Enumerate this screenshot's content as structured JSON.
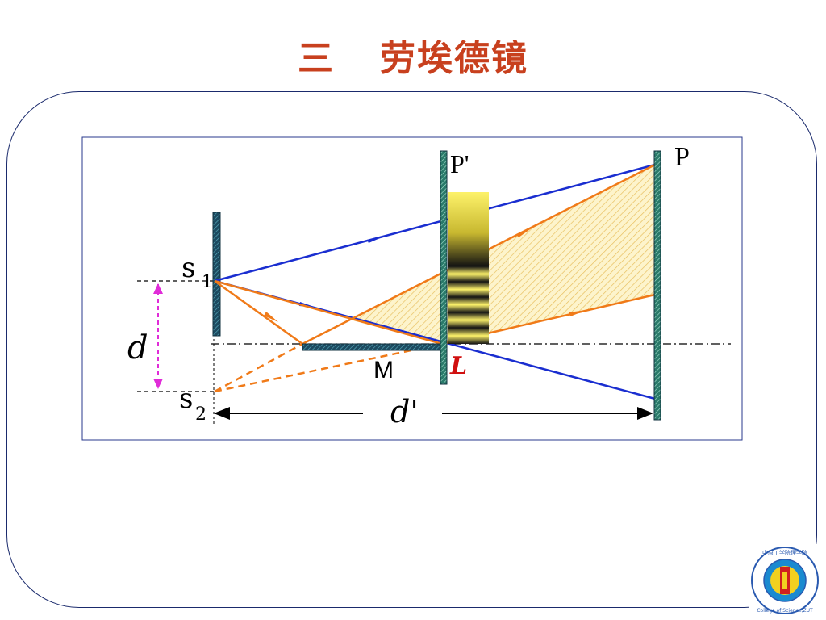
{
  "slide": {
    "title_number": "三",
    "title_text": "劳埃德镜"
  },
  "diagram": {
    "labels": {
      "s1": "s",
      "s1_sub": "1",
      "s2": "s",
      "s2_sub": "2",
      "d": "d",
      "d_prime": "d'",
      "mirror": "M",
      "point_L": "L",
      "point_P": "P",
      "point_P_prime": "P'"
    }
  },
  "logo": {
    "text": "中原工学院理学院 College of Science,ZUT"
  },
  "colors": {
    "title": "#c8401e",
    "frame_border": "#1a2a6c",
    "ray_blue": "#1a2ed0",
    "ray_orange": "#f07a18",
    "screen": "#2a6a60",
    "dimension_pink": "#e02cd8",
    "label_red": "#d01010",
    "fringe_bright": "#fdf26a"
  }
}
